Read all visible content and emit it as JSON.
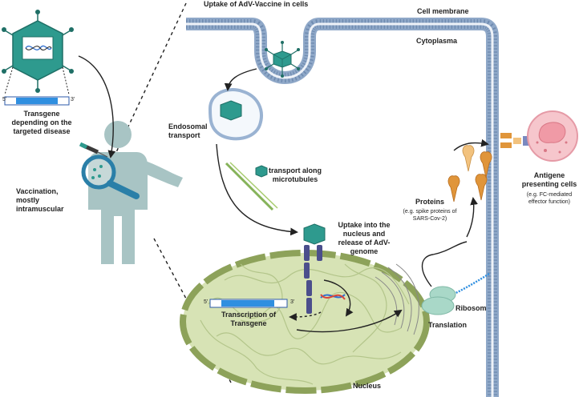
{
  "labels": {
    "uptake_title": "Uptake of AdV-Vaccine in cells",
    "cell_membrane": "Cell membrane",
    "cytoplasma": "Cytoplasma",
    "transgene": [
      "Transgene",
      "depending on the",
      "targeted disease"
    ],
    "vaccination": [
      "Vaccination,",
      "mostly",
      "intramuscular"
    ],
    "endosomal": [
      "Endosomal",
      "transport"
    ],
    "microtubules": [
      "transport along",
      "microtubules"
    ],
    "proteins": "Proteins",
    "proteins_note": [
      "(e.g. spike proteins of",
      "SARS-Cov-2)"
    ],
    "antigene": [
      "Antigene",
      "presenting cells"
    ],
    "antigene_note": [
      "(e.g. FC-mediated",
      "effector function)"
    ],
    "uptake_nucleus": [
      "Uptake into the",
      "nucleus and",
      "release of AdV-",
      "genome"
    ],
    "transcription": [
      "Transcription of",
      "Transgene"
    ],
    "ribosom": "Ribosom",
    "translation": "Translation",
    "nucleus": "Nucleus",
    "end_5": "5'",
    "end_3": "3'"
  },
  "colors": {
    "virus": "#2e9a8e",
    "virus_dark": "#1f6f66",
    "membrane": "#8fa8c8",
    "nucleus_fill": "#d7e3b5",
    "nucleus_border": "#8da25a",
    "person": "#a8c4c4",
    "pore": "#4b4e8c",
    "transgene_blue": "#2f8fe0",
    "protein": "#e0953a",
    "apc": "#f6c6cc",
    "ribosome": "#a9d8c8"
  }
}
